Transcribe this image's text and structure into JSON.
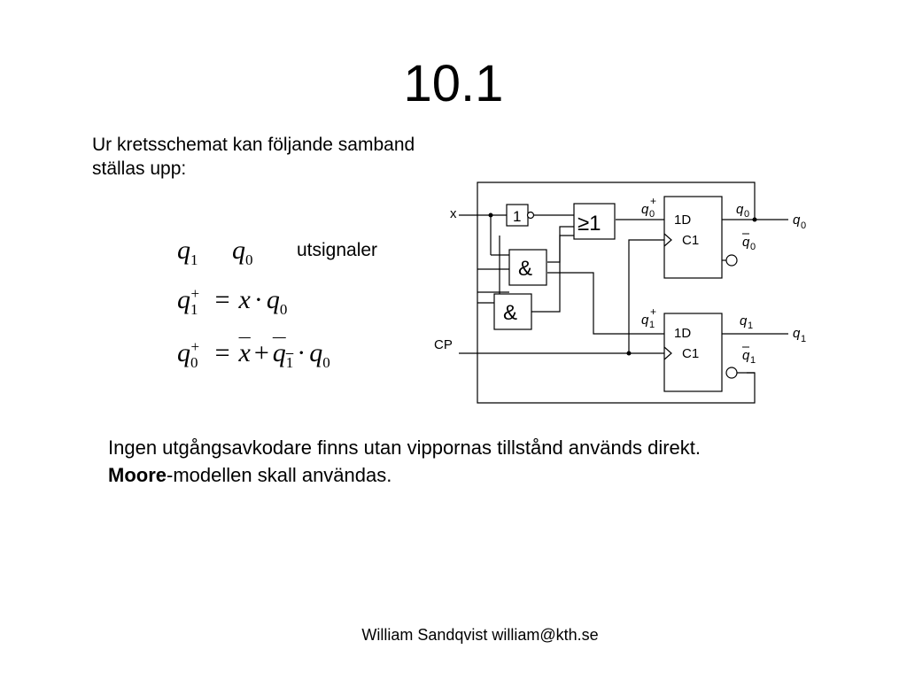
{
  "slide": {
    "title": "10.1",
    "intro_line1": "Ur kretsschemat kan följande samband",
    "intro_line2": "ställas upp:",
    "outputs_label": "utsignaler",
    "note_bold": "Moore",
    "note_line1": "Ingen utgångsavkodare finns utan vippornas tillstånd används direkt.",
    "note_line2_rest": "-modellen skall användas.",
    "footer": "William Sandqvist william@kth.se"
  },
  "equations": {
    "q": "q",
    "x": "x",
    "sub1": "1",
    "sub0": "0",
    "plus": "+",
    "equals": "=",
    "dot": "·",
    "or": "+"
  },
  "diagram": {
    "input_x": "x",
    "input_cp": "CP",
    "not_gate": "1",
    "or_gate": "≥1",
    "and_gate": "&",
    "ff_d": "1D",
    "ff_clk": "C1",
    "q": "q",
    "sub0": "0",
    "sub1": "1",
    "plus": "+"
  }
}
